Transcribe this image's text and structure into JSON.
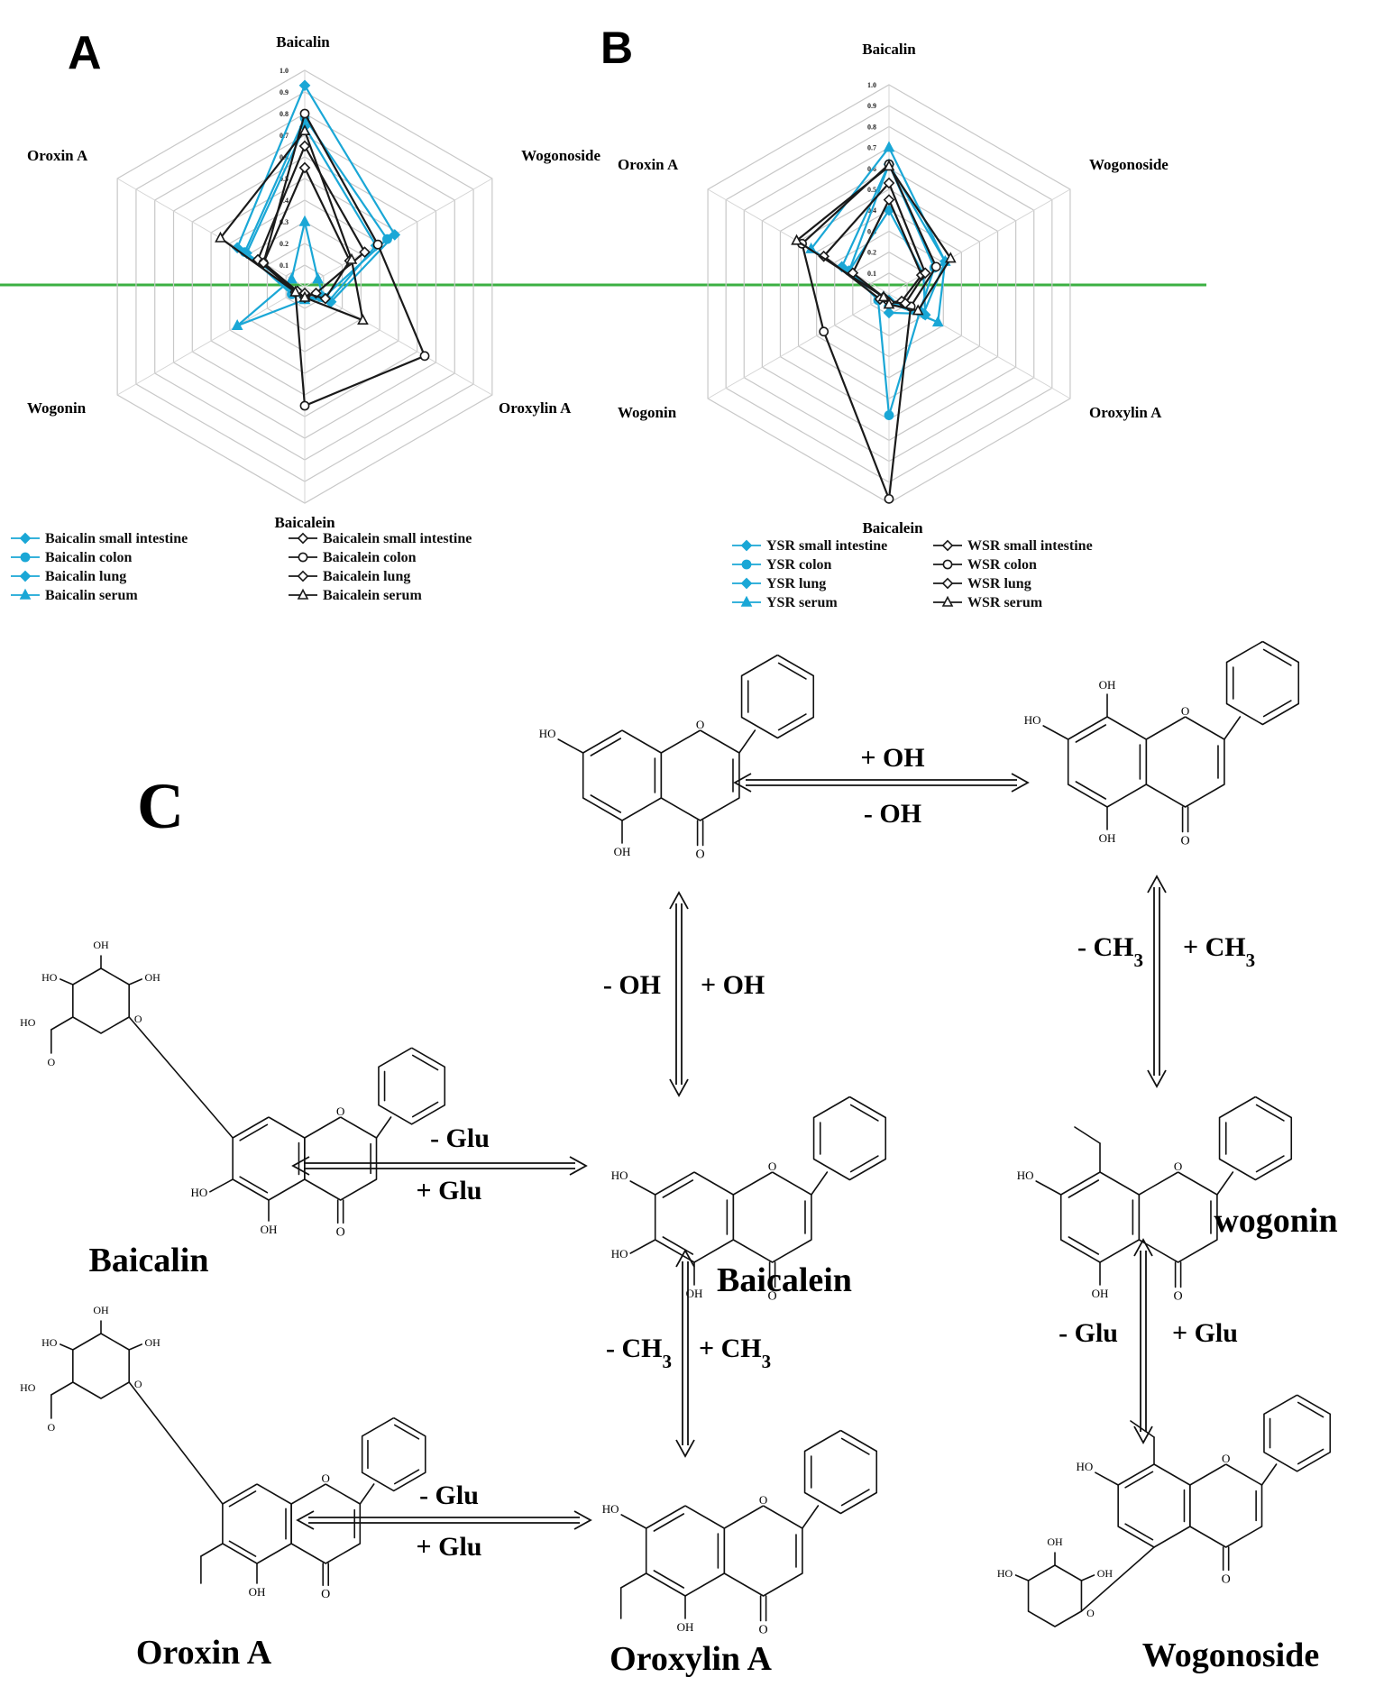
{
  "panels": {
    "a": "A",
    "b": "B",
    "c": "C"
  },
  "colors": {
    "cyan": "#1aa7d6",
    "black": "#1a1a1a",
    "grid": "#c8c8c8",
    "baseline": "#3cb043"
  },
  "chart_data": [
    {
      "type": "radar",
      "panel": "A",
      "axes": [
        "Baicalin",
        "Wogonoside",
        "Oroxylin A",
        "Baicalein",
        "Wogonin",
        "Oroxin A"
      ],
      "ticks": [
        "0.1",
        "0.2",
        "0.3",
        "0.4",
        "0.5",
        "0.6",
        "0.7",
        "0.8",
        "0.9",
        "1.0"
      ],
      "range": [
        0,
        1.0
      ],
      "series": [
        {
          "name": "Baicalin small intestine",
          "color": "#1aa7d6",
          "marker": "diamond-filled",
          "values": [
            0.93,
            0.48,
            0.14,
            0.05,
            0.06,
            0.36
          ]
        },
        {
          "name": "Baicalin colon",
          "color": "#1aa7d6",
          "marker": "circle-filled",
          "values": [
            0.78,
            0.44,
            0.1,
            0.05,
            0.07,
            0.32
          ]
        },
        {
          "name": "Baicalin lung",
          "color": "#1aa7d6",
          "marker": "diamond-filled",
          "values": [
            0.74,
            0.38,
            0.13,
            0.05,
            0.04,
            0.31
          ]
        },
        {
          "name": "Baicalin serum",
          "color": "#1aa7d6",
          "marker": "triangle-filled",
          "values": [
            0.3,
            0.07,
            0.1,
            0.06,
            0.36,
            0.07
          ]
        },
        {
          "name": "Baicalein small intestine",
          "color": "#1a1a1a",
          "marker": "diamond-open",
          "values": [
            0.65,
            0.32,
            0.06,
            0.05,
            0.05,
            0.25
          ]
        },
        {
          "name": "Baicalein colon",
          "color": "#1a1a1a",
          "marker": "circle-open",
          "values": [
            0.8,
            0.39,
            0.64,
            0.55,
            0.05,
            0.22
          ]
        },
        {
          "name": "Baicalein lung",
          "color": "#1a1a1a",
          "marker": "diamond-open",
          "values": [
            0.55,
            0.24,
            0.11,
            0.03,
            0.04,
            0.22
          ]
        },
        {
          "name": "Baicalein serum",
          "color": "#1a1a1a",
          "marker": "triangle-open",
          "values": [
            0.72,
            0.25,
            0.31,
            0.05,
            0.05,
            0.45
          ]
        }
      ]
    },
    {
      "type": "radar",
      "panel": "B",
      "axes": [
        "Baicalin",
        "Wogonoside",
        "Oroxylin A",
        "Baicalein",
        "Wogonin",
        "Oroxin A"
      ],
      "ticks": [
        "0.1",
        "0.2",
        "0.3",
        "0.4",
        "0.5",
        "0.6",
        "0.7",
        "0.8",
        "0.9",
        "1.0"
      ],
      "range": [
        0,
        1.0
      ],
      "series": [
        {
          "name": "YSR small intestine",
          "color": "#1aa7d6",
          "marker": "diamond-filled",
          "values": [
            0.62,
            0.31,
            0.19,
            0.09,
            0.03,
            0.26
          ]
        },
        {
          "name": "YSR colon",
          "color": "#1aa7d6",
          "marker": "circle-filled",
          "values": [
            0.62,
            0.25,
            0.17,
            0.58,
            0.06,
            0.22
          ]
        },
        {
          "name": "YSR lung",
          "color": "#1aa7d6",
          "marker": "diamond-filled",
          "values": [
            0.4,
            0.19,
            0.2,
            0.03,
            0.03,
            0.22
          ]
        },
        {
          "name": "YSR serum",
          "color": "#1aa7d6",
          "marker": "triangle-filled",
          "values": [
            0.7,
            0.31,
            0.27,
            0.04,
            0.03,
            0.43
          ]
        },
        {
          "name": "WSR small intestine",
          "color": "#1a1a1a",
          "marker": "diamond-open",
          "values": [
            0.45,
            0.18,
            0.07,
            0.04,
            0.03,
            0.2
          ]
        },
        {
          "name": "WSR colon",
          "color": "#1a1a1a",
          "marker": "circle-open",
          "values": [
            0.62,
            0.26,
            0.12,
            0.98,
            0.36,
            0.48
          ]
        },
        {
          "name": "WSR lung",
          "color": "#1a1a1a",
          "marker": "diamond-open",
          "values": [
            0.53,
            0.2,
            0.09,
            0.04,
            0.05,
            0.36
          ]
        },
        {
          "name": "WSR serum",
          "color": "#1a1a1a",
          "marker": "triangle-open",
          "values": [
            0.61,
            0.34,
            0.16,
            0.05,
            0.03,
            0.51
          ]
        }
      ]
    }
  ],
  "scheme": {
    "compounds": {
      "top_center": "",
      "top_right": "",
      "baicalin": "Baicalin",
      "baicalein": "Baicalein",
      "wogonin": "wogonin",
      "oroxin_a": "Oroxin A",
      "oroxylin_a": "Oroxylin A",
      "wogonoside": "Wogonoside"
    },
    "reactions": {
      "top_h_fwd": "+ OH",
      "top_h_rev": "- OH",
      "left_v_a": "- OH",
      "left_v_b": "+ OH",
      "right_v_a": "- CH3",
      "right_v_b": "+ CH3",
      "mid_h_fwd": "- Glu",
      "mid_h_rev": "+ Glu",
      "center_v_a": "- CH3",
      "center_v_b": "+ CH3",
      "bottom_h_fwd": "- Glu",
      "bottom_h_rev": "+ Glu",
      "right_lower_v_a": "- Glu",
      "right_lower_v_b": "+ Glu"
    },
    "atom_labels": {
      "ho": "HO",
      "oh": "OH",
      "o": "O"
    }
  }
}
